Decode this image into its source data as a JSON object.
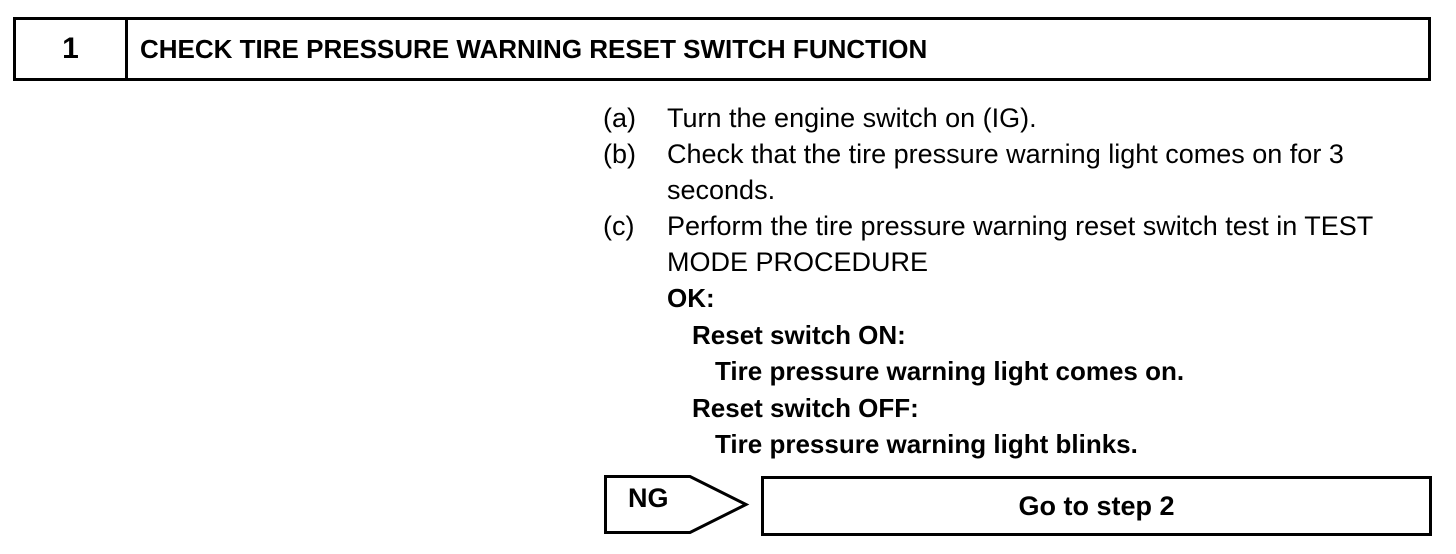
{
  "header": {
    "step_number": "1",
    "title": "CHECK TIRE PRESSURE WARNING RESET SWITCH FUNCTION"
  },
  "procedure": {
    "steps": [
      {
        "marker": "(a)",
        "text": "Turn the engine switch on (IG)."
      },
      {
        "marker": "(b)",
        "text": "Check that the tire pressure warning light comes on for 3 seconds."
      },
      {
        "marker": "(c)",
        "text": "Perform the tire pressure warning reset switch test in TEST MODE PROCEDURE"
      }
    ],
    "ok": {
      "label": "OK:",
      "conditions": [
        {
          "condition": "Reset switch ON:",
          "result": "Tire pressure warning light comes on."
        },
        {
          "condition": "Reset switch OFF:",
          "result": "Tire pressure warning light blinks."
        }
      ]
    }
  },
  "result": {
    "ng_label": "NG",
    "goto_text": "Go to step 2"
  }
}
